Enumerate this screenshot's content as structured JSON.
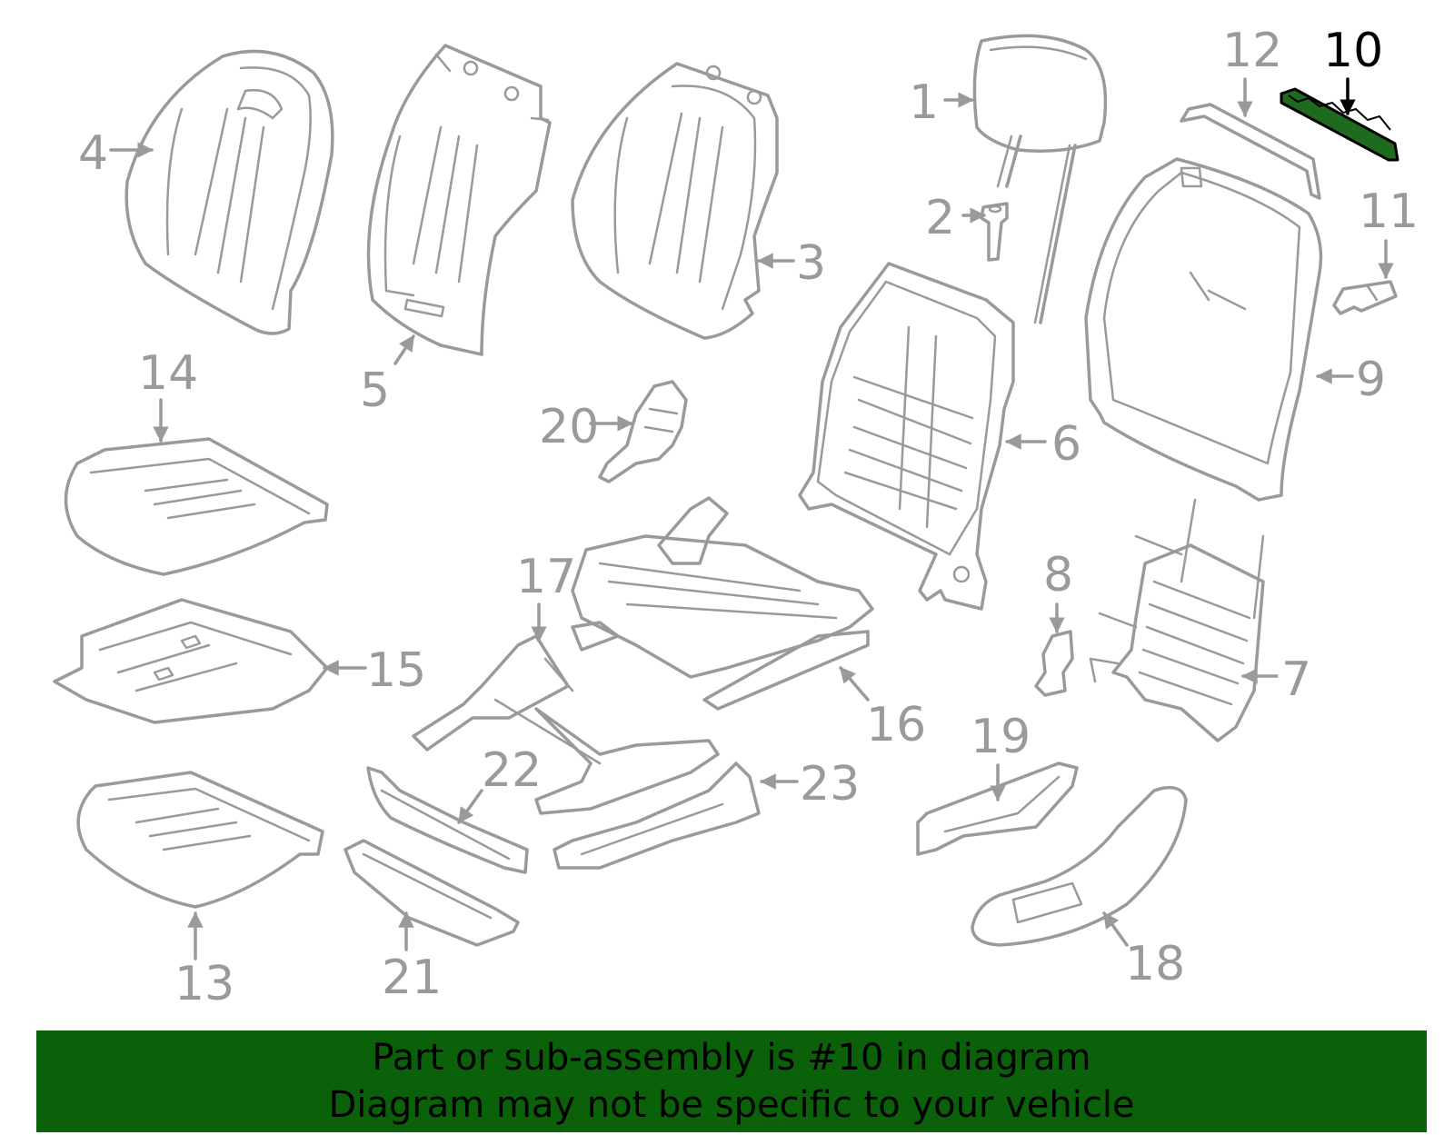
{
  "diagram": {
    "highlight_number": "10",
    "callouts": [
      "1",
      "2",
      "3",
      "4",
      "5",
      "6",
      "7",
      "8",
      "9",
      "10",
      "11",
      "12",
      "13",
      "14",
      "15",
      "16",
      "17",
      "18",
      "19",
      "20",
      "21",
      "22",
      "23"
    ]
  },
  "banner": {
    "line1": "Part or sub-assembly is #10 in diagram",
    "line2": "Diagram may not be specific to your vehicle"
  },
  "colors": {
    "part_stroke": "#9a9a9a",
    "highlight_text": "#000000",
    "highlight_fill": "#1e6a1e",
    "banner_bg": "#0b6109"
  }
}
